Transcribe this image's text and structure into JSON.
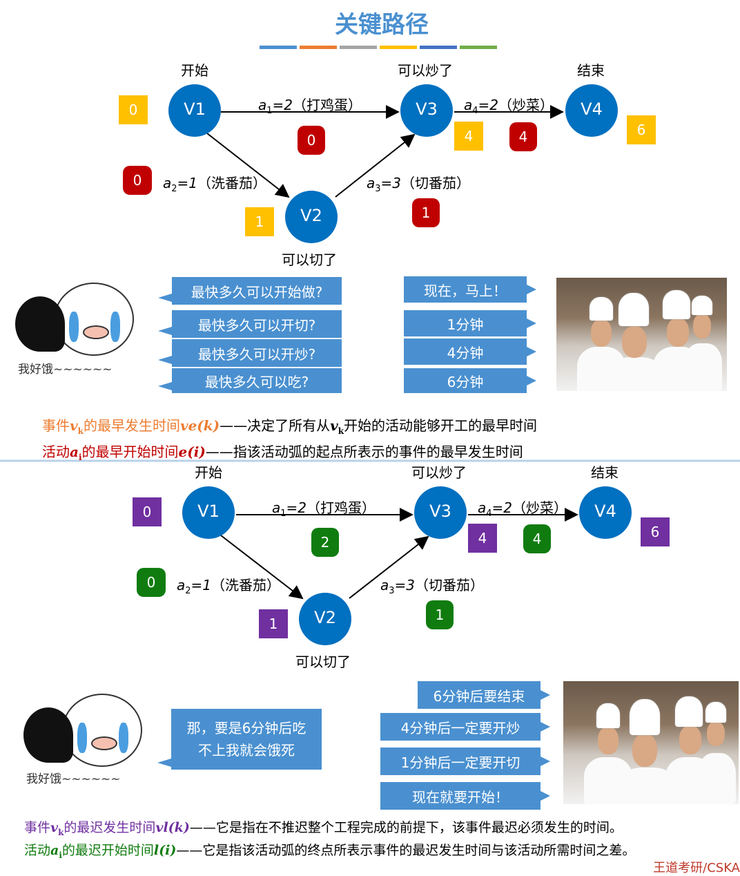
{
  "title": "关键路径",
  "accent_colors": [
    "#4a90d0",
    "#ed7d31",
    "#a5a5a5",
    "#ffc000",
    "#4472c4",
    "#70ad47"
  ],
  "top": {
    "labels": {
      "start": "开始",
      "v3_label": "可以炒了",
      "end": "结束",
      "v2_label": "可以切了"
    },
    "nodes": [
      "V1",
      "V2",
      "V3",
      "V4"
    ],
    "edges": [
      {
        "var": "a",
        "sub": "1",
        "val": "=2",
        "name": "（打鸡蛋）"
      },
      {
        "var": "a",
        "sub": "2",
        "val": "=1",
        "name": "（洗番茄）"
      },
      {
        "var": "a",
        "sub": "3",
        "val": "=3",
        "name": "（切番茄）"
      },
      {
        "var": "a",
        "sub": "4",
        "val": "=2",
        "name": "（炒菜）"
      }
    ],
    "event_values": [
      "0",
      "1",
      "4",
      "6"
    ],
    "activity_values": [
      "0",
      "0",
      "1",
      "4"
    ],
    "questions": [
      "最快多久可以开始做?",
      "最快多久可以开切?",
      "最快多久可以开炒?",
      "最快多久可以吃?"
    ],
    "answers": [
      "现在，马上！",
      "1分钟",
      "4分钟",
      "6分钟"
    ],
    "hungry": "我好饿~~~~~~",
    "def1": {
      "a": "事件",
      "v": "v",
      "k": "k",
      "b": "的最早发生时间",
      "f": "ve(k)",
      "c": "——决定了所有从",
      "v2": "v",
      "k2": "k",
      "d": "开始的活动能够开工的最早时间"
    },
    "def2": {
      "a": "活动",
      "v": "a",
      "k": "i",
      "b": "的最早开始时间",
      "f": "e(i)",
      "c": "——指该活动弧的起点所表示的事件的最早发生时间"
    }
  },
  "bottom": {
    "labels": {
      "start": "开始",
      "v3_label": "可以炒了",
      "end": "结束",
      "v2_label": "可以切了"
    },
    "nodes": [
      "V1",
      "V2",
      "V3",
      "V4"
    ],
    "edges": [
      {
        "var": "a",
        "sub": "1",
        "val": "=2",
        "name": "（打鸡蛋）"
      },
      {
        "var": "a",
        "sub": "2",
        "val": "=1",
        "name": "（洗番茄）"
      },
      {
        "var": "a",
        "sub": "3",
        "val": "=3",
        "name": "（切番茄）"
      },
      {
        "var": "a",
        "sub": "4",
        "val": "=2",
        "name": "（炒菜）"
      }
    ],
    "event_values": [
      "0",
      "1",
      "4",
      "6"
    ],
    "activity_values": [
      "0",
      "2",
      "1",
      "4"
    ],
    "speech": [
      "那，要是6分钟后吃",
      "不上我就会饿死"
    ],
    "answers": [
      "6分钟后要结束",
      "4分钟后一定要开炒",
      "1分钟后一定要开切",
      "现在就要开始！"
    ],
    "hungry": "我好饿~~~~~~",
    "def1": {
      "a": "事件",
      "v": "v",
      "k": "k",
      "b": "的最迟发生时间",
      "f": "vl(k)",
      "c": "——它是指在不推迟整个工程完成的前提下，该事件最迟必须发生的时间。"
    },
    "def2": {
      "a": "活动",
      "v": "a",
      "k": "i",
      "b": "的最迟开始时间",
      "f": "l(i)",
      "c": "——它是指该活动弧的终点所表示事件的最迟发生时间与该活动所需时间之差。"
    }
  },
  "watermark": "王道考研/CSKA"
}
